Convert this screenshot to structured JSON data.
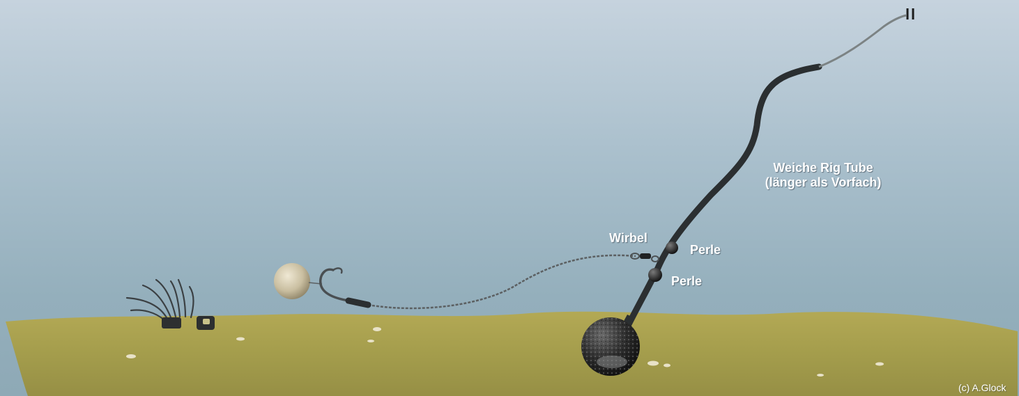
{
  "labels": {
    "rig_tube_line1": "Weiche Rig Tube",
    "rig_tube_line2": "(länger als Vorfach)",
    "swivel": "Wirbel",
    "bead_upper": "Perle",
    "bead_lower": "Perle",
    "credit": "(c) A.Glock"
  },
  "colors": {
    "sky_top": "#c6d3de",
    "sky_bottom": "#8ea9b6",
    "lakebed": "#a9a24e",
    "rig_tube": "#2b2f31",
    "label_text": "#ffffff"
  },
  "icons": [
    "boilie",
    "hook",
    "lead-weight",
    "swivel",
    "bead",
    "weed-clump",
    "rod-line"
  ]
}
